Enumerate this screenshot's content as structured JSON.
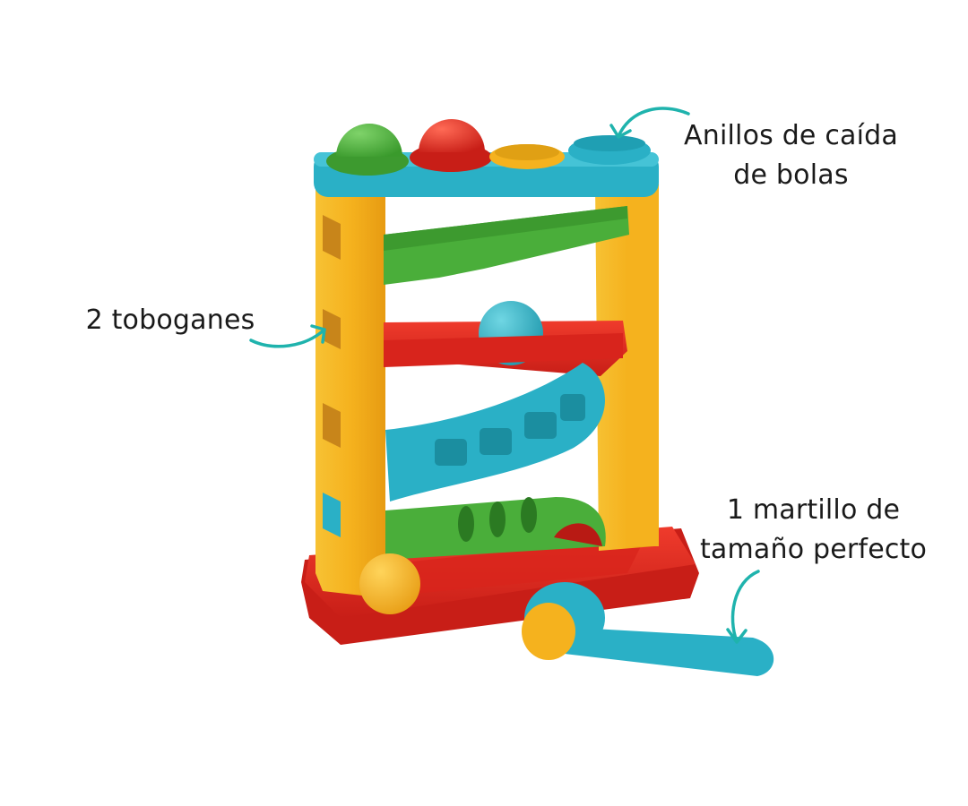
{
  "annotations": {
    "rings": {
      "line1": "Anillos de caída",
      "line2": "de bolas"
    },
    "slides": {
      "text": "2 toboganes"
    },
    "hammer": {
      "line1": "1 martillo de",
      "line2": "tamaño perfecto"
    }
  },
  "colors": {
    "arrow": "#1fb3ad",
    "yellow": "#f5b21e",
    "red": "#e22a22",
    "green": "#4aae3a",
    "blue": "#2ab0c6",
    "text": "#1a1a1a"
  }
}
